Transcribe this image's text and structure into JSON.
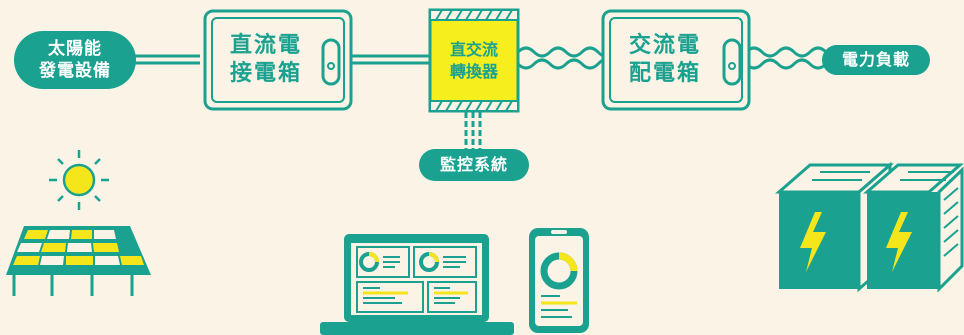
{
  "nodes": {
    "solar_equipment": {
      "line1": "太陽能",
      "line2": "發電設備"
    },
    "dc_junction_box": {
      "line1": "直流電",
      "line2": "接電箱"
    },
    "inverter": {
      "line1": "直交流",
      "line2": "轉換器"
    },
    "ac_distribution_box": {
      "line1": "交流電",
      "line2": "配電箱"
    },
    "electric_load": {
      "label": "電力負載"
    },
    "monitoring_system": {
      "label": "監控系統"
    }
  },
  "colors": {
    "teal": "#1aa190",
    "yellow": "#f7ee1e",
    "sun": "#f5e61c",
    "background": "#fbf3e6"
  }
}
